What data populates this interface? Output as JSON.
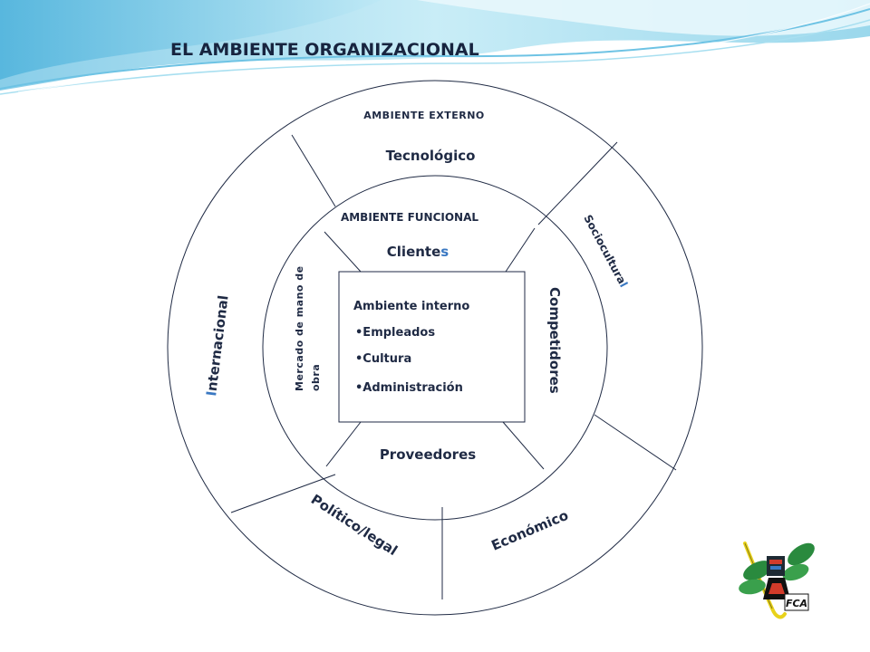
{
  "title": "EL AMBIENTE ORGANIZACIONAL",
  "outer_ring": {
    "label": "AMBIENTE EXTERNO",
    "segments": {
      "tecnologico": "Tecnológico",
      "sociocultural_main": "Sociocultura",
      "sociocultural_last": "l",
      "internacional_first": "I",
      "internacional_rest": "nternacional",
      "politico_legal": "Político/legal",
      "economico": "Económico"
    }
  },
  "middle_ring": {
    "label": "AMBIENTE FUNCIONAL",
    "segments": {
      "clientes_main": "Cliente",
      "clientes_last": "s",
      "competidores": "Competidores",
      "proveedores": "Proveedores",
      "mercado_line1": "Mercado de mano de",
      "mercado_line2": "obra"
    }
  },
  "inner_box": {
    "title": "Ambiente interno",
    "items": [
      "•Empleados",
      "•Cultura",
      "•Administración"
    ]
  },
  "colors": {
    "title": "#17243f",
    "text": "#1f2a44",
    "accent_blue": "#3a78c2",
    "wave_light": "#a8dff0",
    "wave_mid": "#6ec3e4",
    "line": "#1f2a44"
  },
  "logo": {
    "icon": "stylized-figure-logo",
    "text": "FCA"
  }
}
